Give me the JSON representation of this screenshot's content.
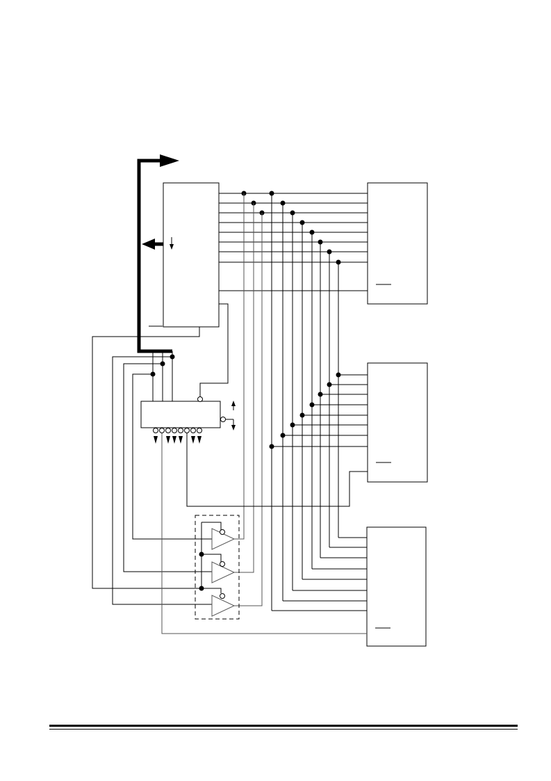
{
  "diagram": {
    "kind": "schematic",
    "colors": {
      "wire": "#000000",
      "fill": "#ffffff",
      "secondary_wire": "#555555",
      "dashed_group": "#000000"
    },
    "blocks": [
      "controller",
      "memory-upper",
      "memory-middle",
      "memory-lower",
      "decoder",
      "buffer-group"
    ],
    "text": []
  }
}
